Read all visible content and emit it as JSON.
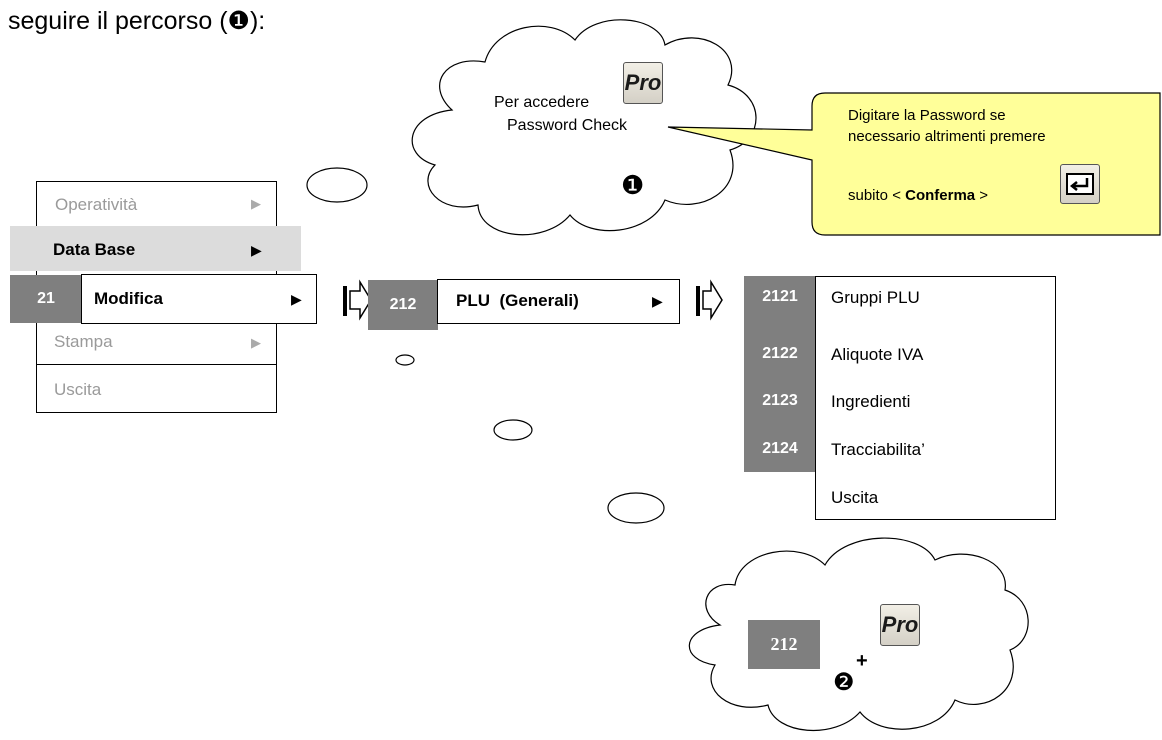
{
  "intro": {
    "text": "seguire il percorso (❶):"
  },
  "menu_main": {
    "items": [
      {
        "label": "Operatività",
        "state": "disabled"
      },
      {
        "label": "Data Base",
        "state": "selected"
      },
      {
        "code": "21",
        "label": "Modifica",
        "state": "active"
      },
      {
        "label": "Stampa",
        "state": "disabled"
      },
      {
        "label": "Uscita",
        "state": "disabled"
      }
    ],
    "arrow": "▶"
  },
  "submenu": {
    "code": "212",
    "label": "PLU  (Generali)",
    "arrow": "▶"
  },
  "options": [
    {
      "code": "2121",
      "label": "Gruppi PLU"
    },
    {
      "code": "2122",
      "label": "Aliquote IVA"
    },
    {
      "code": "2123",
      "label": "Ingredienti"
    },
    {
      "code": "2124",
      "label": "Tracciabilita’"
    },
    {
      "code": "",
      "label": "Uscita"
    }
  ],
  "cloud1": {
    "line1": "Per accedere",
    "line2": "Password Check",
    "key_label": "Pro",
    "marker": "❶"
  },
  "callout": {
    "line1": "Digitare la Password se",
    "line2": "necessario altrimenti premere",
    "prefix": "subito < ",
    "bold": "Conferma",
    "suffix": " >",
    "key_icon": "enter-key-icon"
  },
  "cloud2": {
    "code": "212",
    "plus": "+",
    "key_label": "Pro",
    "marker": "❷"
  },
  "colors": {
    "code_bg": "#7f7f7f",
    "selected_bg": "#dcdcdc",
    "callout_bg": "#ffff99",
    "disabled_text": "#9a9a9a"
  }
}
